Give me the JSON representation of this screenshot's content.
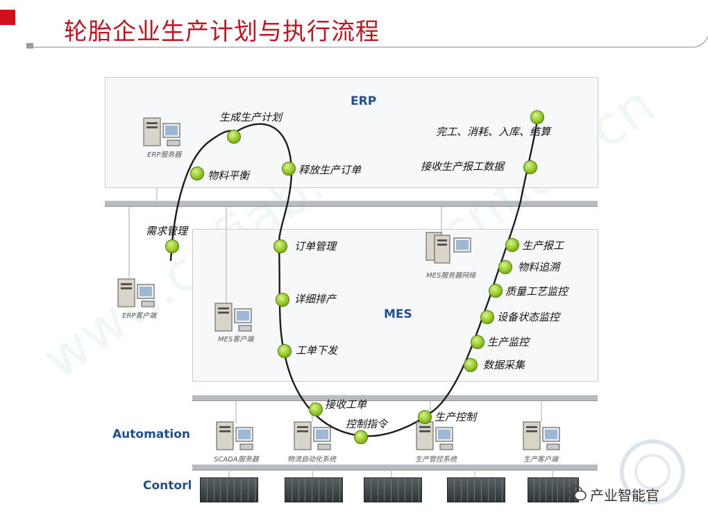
{
  "title": "轮胎企业生产计划与执行流程",
  "layers": {
    "erp": "ERP",
    "mes": "MES",
    "automation": "Automation",
    "control": "Contorl"
  },
  "steps": [
    {
      "text": "生成生产计划"
    },
    {
      "text": "物料平衡"
    },
    {
      "text": "释放生产订单"
    },
    {
      "text": "需求管理"
    },
    {
      "text": "订单管理"
    },
    {
      "text": "详细排产"
    },
    {
      "text": "工单下发"
    },
    {
      "text": "接收工单"
    },
    {
      "text": "控制指令"
    },
    {
      "text": "生产控制"
    },
    {
      "text": "数据采集"
    },
    {
      "text": "生产监控"
    },
    {
      "text": "设备状态监控"
    },
    {
      "text": "质量工艺监控"
    },
    {
      "text": "物料追溯"
    },
    {
      "text": "生产报工"
    },
    {
      "text": "接收生产报工数据"
    },
    {
      "text": "完工、消耗、入库、结算"
    }
  ],
  "components": {
    "erp_server": "ERP服务器",
    "erp_client": "ERP客户端",
    "mes_client": "MES客户端",
    "mes_server": "MES服务器网络",
    "scada": "SCADA服务器",
    "logistics": "物流自动化系统",
    "manufacturing": "生产管控系统",
    "production_client": "生产客户端"
  },
  "watermark": "www.cnfiab.cn",
  "brand": {
    "name": "产业智能官",
    "accent": "#c0141e",
    "layer_color": "#1f4f8c",
    "node_color": "#8bc21a"
  }
}
